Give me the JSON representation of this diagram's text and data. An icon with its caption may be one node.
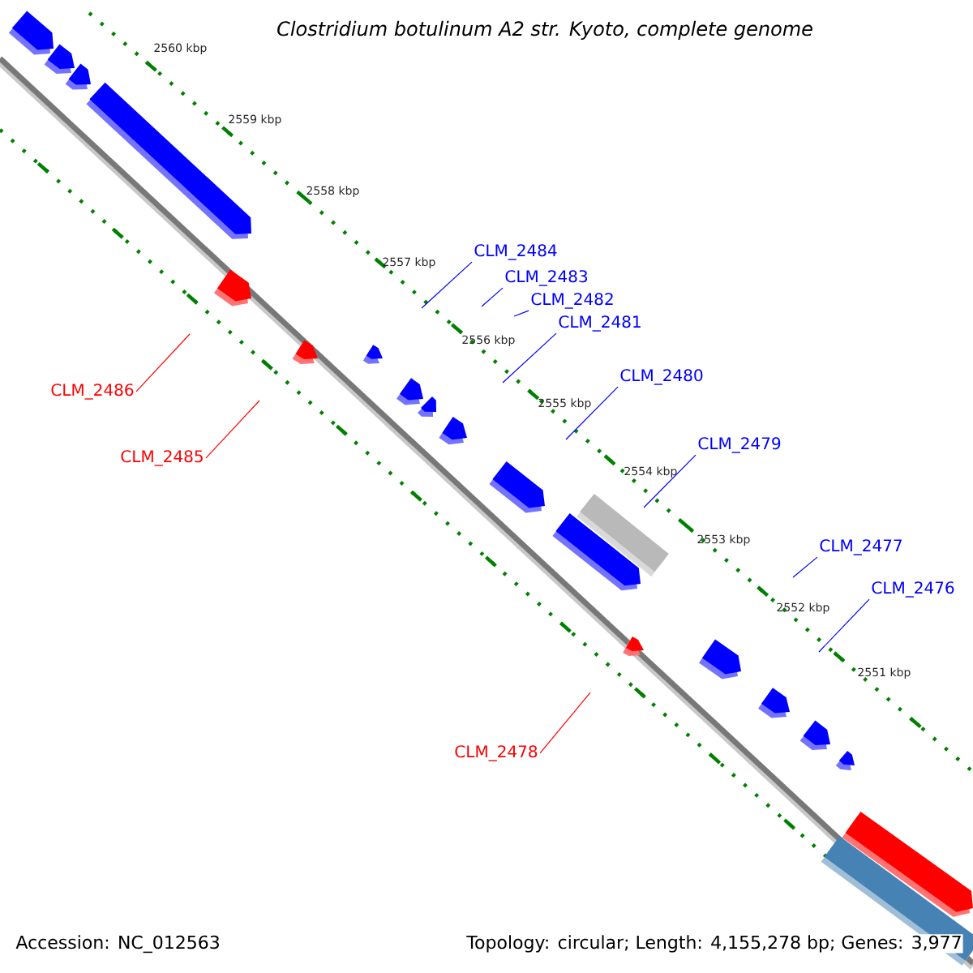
{
  "diagram": {
    "title": "Clostridium botulinum A2 str. Kyoto, complete genome",
    "nodes": [
      {
        "text": [
          "CLM_2484"
        ]
      },
      {
        "text": [
          "CLM_2483"
        ]
      },
      {
        "text": [
          "CLM_2482"
        ]
      },
      {
        "text": [
          "CLM_2481"
        ]
      },
      {
        "text": [
          "CLM_2480"
        ]
      },
      {
        "text": [
          "CLM_2479"
        ]
      },
      {
        "text": [
          "CLM_2477"
        ]
      },
      {
        "text": [
          "CLM_2476"
        ]
      },
      {
        "text": [
          "CLM_2486"
        ]
      },
      {
        "text": [
          "CLM_2485"
        ]
      },
      {
        "text": [
          "CLM_2478"
        ]
      }
    ],
    "edges": [
      {
        "from": 0,
        "to": null,
        "arrow": "none"
      },
      {
        "from": 1,
        "to": null,
        "arrow": "none"
      },
      {
        "from": 2,
        "to": null,
        "arrow": "none"
      },
      {
        "from": 3,
        "to": null,
        "arrow": "none"
      },
      {
        "from": 4,
        "to": null,
        "arrow": "none"
      },
      {
        "from": 5,
        "to": null,
        "arrow": "none"
      },
      {
        "from": 6,
        "to": null,
        "arrow": "none"
      },
      {
        "from": 7,
        "to": null,
        "arrow": "none"
      },
      {
        "from": 8,
        "to": null,
        "arrow": "none",
        "color": "#ff0000"
      },
      {
        "from": 9,
        "to": null,
        "arrow": "none",
        "color": "#ff0000"
      },
      {
        "from": 10,
        "to": null,
        "arrow": "none",
        "color": "#ff0000"
      }
    ],
    "labels": [
      "2560 kbp",
      "2559 kbp",
      "2558 kbp",
      "2557 kbp",
      "2556 kbp",
      "2555 kbp",
      "2554 kbp",
      "2553 kbp",
      "2552 kbp",
      "2551 kbp",
      "Accession: NC_012563",
      "Topology: circular; Length: 4,155,278 bp; Genes: 3,977"
    ]
  }
}
